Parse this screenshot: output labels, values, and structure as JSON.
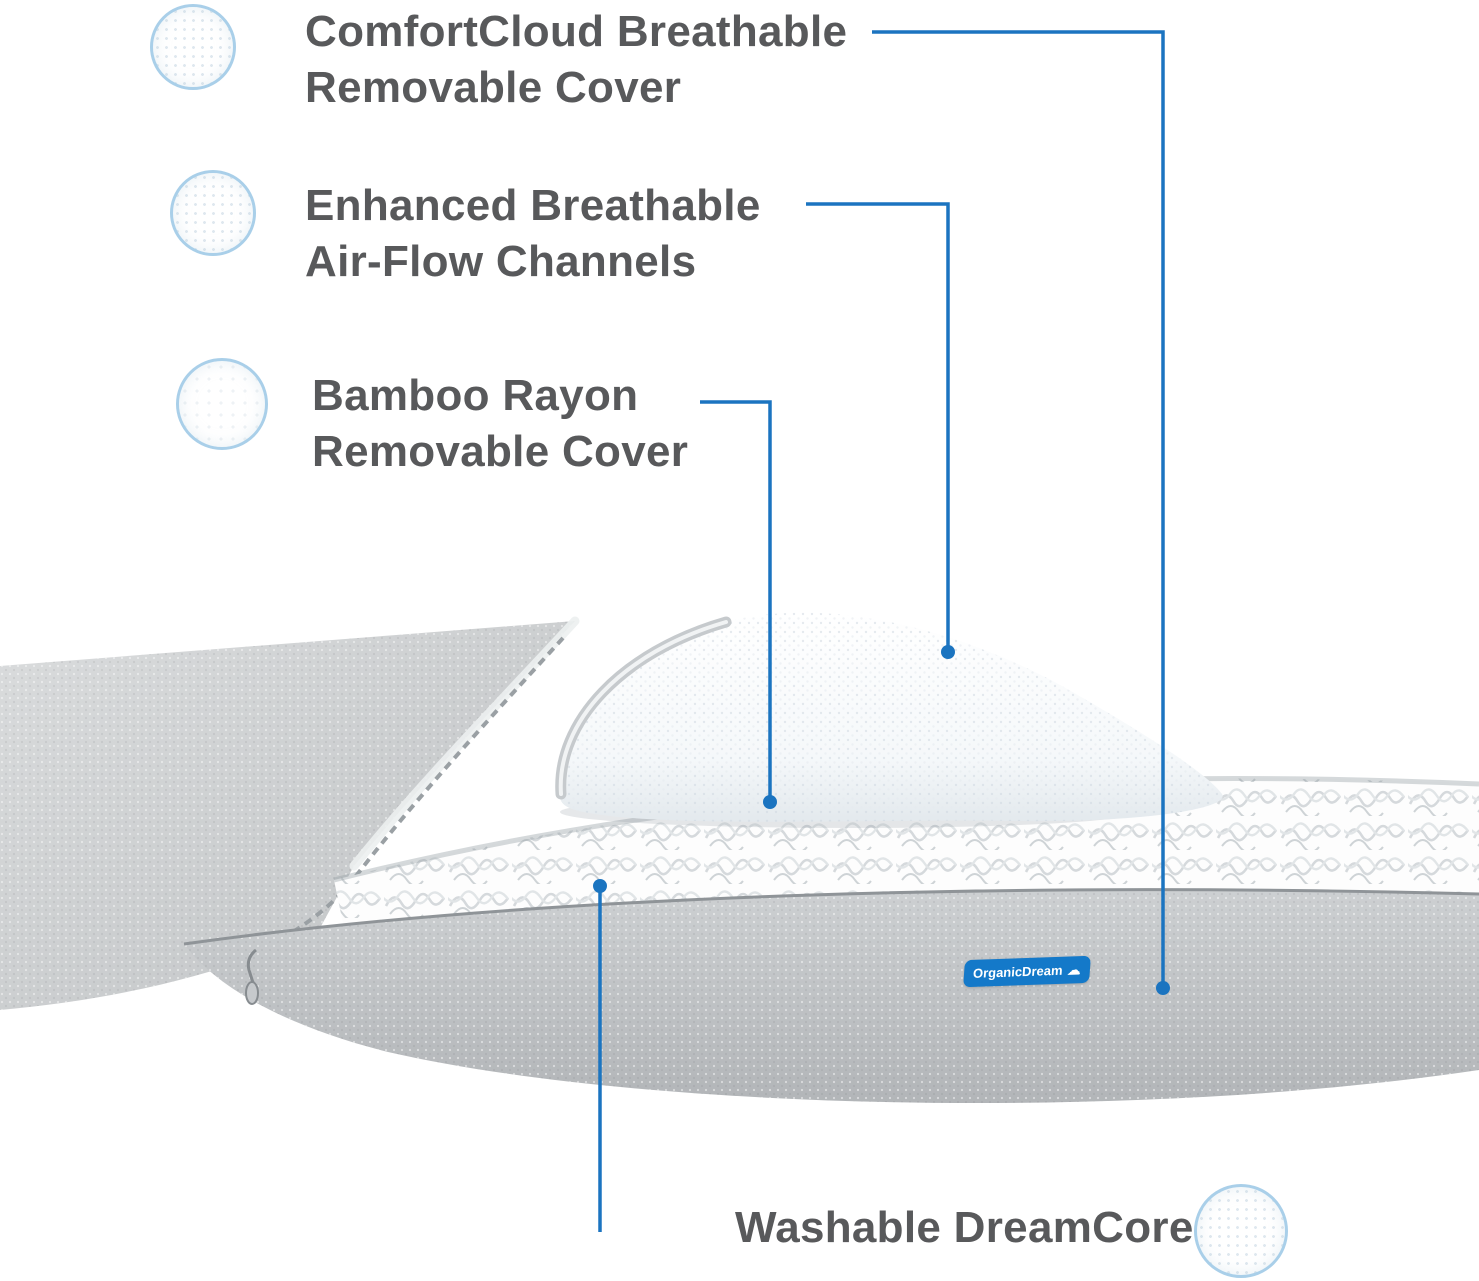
{
  "brand": {
    "name": "OrganicDream",
    "tag_color": "#1479c9"
  },
  "colors": {
    "accent_blue": "#1b74c0",
    "label_gray": "#58595b",
    "swatch_border": "#a9cfe9"
  },
  "callouts": [
    {
      "id": "comfortcloud-cover",
      "icon": "mesh-fabric-swatch-icon",
      "line1": "ComfortCloud Breathable",
      "line2": "Removable Cover"
    },
    {
      "id": "airflow-channels",
      "icon": "airflow-mesh-swatch-icon",
      "line1": "Enhanced Breathable",
      "line2": "Air-Flow Channels"
    },
    {
      "id": "bamboo-cover",
      "icon": "bamboo-fabric-swatch-icon",
      "line1": "Bamboo Rayon",
      "line2": "Removable Cover"
    },
    {
      "id": "dreamcore",
      "icon": "dreamcore-fiber-swatch-icon",
      "line1": "Washable DreamCore"
    }
  ]
}
